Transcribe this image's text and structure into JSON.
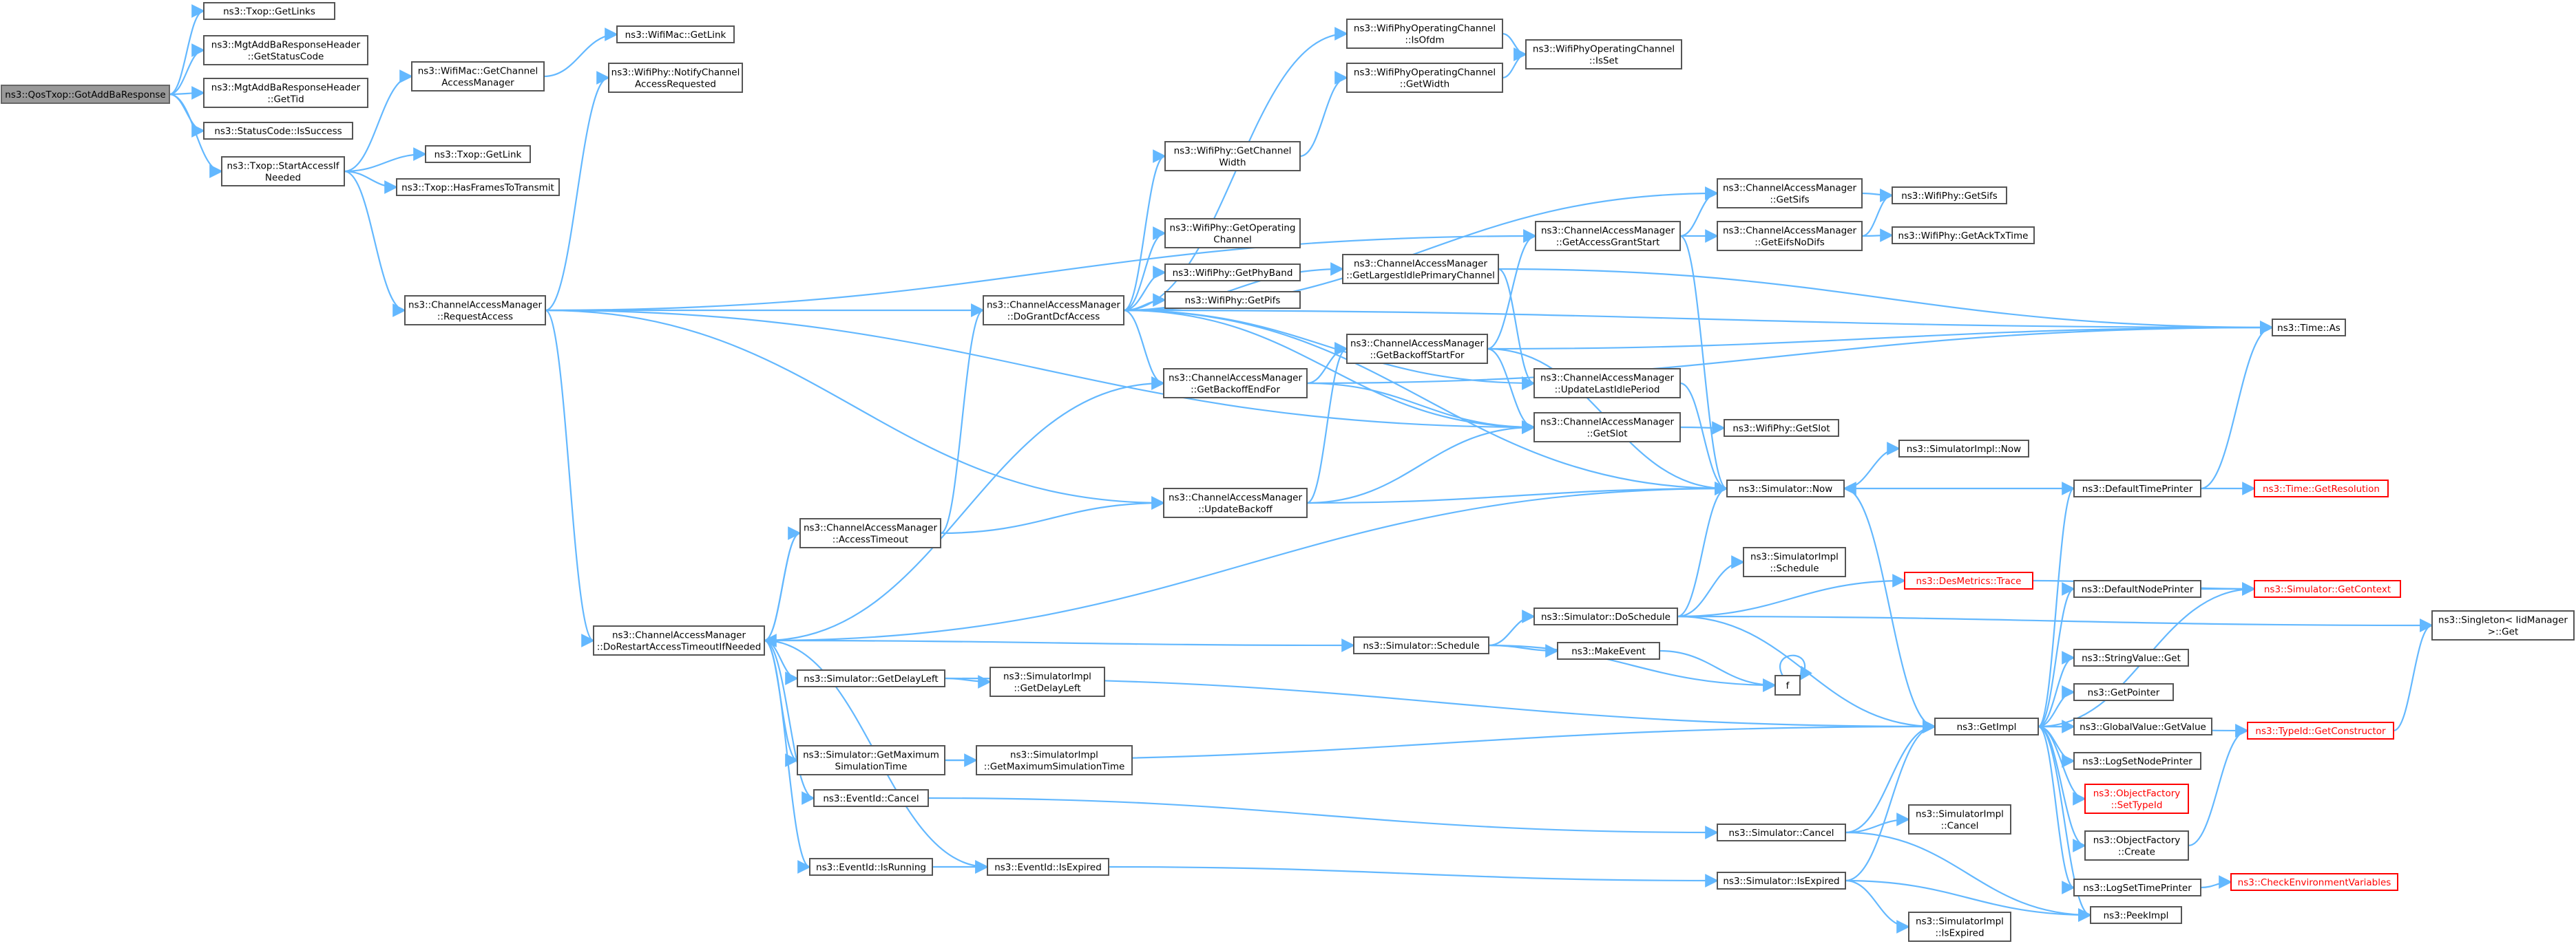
{
  "colors": {
    "edge": "#63b8ff",
    "border": "#555555",
    "root_fill": "#999999",
    "highlight": "#ff0000"
  },
  "nodes": [
    {
      "id": "root",
      "lines": [
        "ns3::QosTxop::GotAddBaResponse"
      ],
      "root": true
    },
    {
      "id": "txop_getlinks",
      "lines": [
        "ns3::Txop::GetLinks"
      ]
    },
    {
      "id": "mgt_statuscode",
      "lines": [
        "ns3::MgtAddBaResponseHeader",
        "::GetStatusCode"
      ]
    },
    {
      "id": "mgt_gettid",
      "lines": [
        "ns3::MgtAddBaResponseHeader",
        "::GetTid"
      ]
    },
    {
      "id": "statuscode_issuccess",
      "lines": [
        "ns3::StatusCode::IsSuccess"
      ]
    },
    {
      "id": "txop_startaccess",
      "lines": [
        "ns3::Txop::StartAccessIf",
        "Needed"
      ]
    },
    {
      "id": "wifimac_getchanmgr",
      "lines": [
        "ns3::WifiMac::GetChannel",
        "AccessManager"
      ]
    },
    {
      "id": "wifimac_getlink",
      "lines": [
        "ns3::WifiMac::GetLink"
      ]
    },
    {
      "id": "wifiphy_notify",
      "lines": [
        "ns3::WifiPhy::NotifyChannel",
        "AccessRequested"
      ]
    },
    {
      "id": "txop_getlink",
      "lines": [
        "ns3::Txop::GetLink"
      ]
    },
    {
      "id": "txop_hasframes",
      "lines": [
        "ns3::Txop::HasFramesToTransmit"
      ]
    },
    {
      "id": "cam_requestaccess",
      "lines": [
        "ns3::ChannelAccessManager",
        "::RequestAccess"
      ]
    },
    {
      "id": "cam_dorestart",
      "lines": [
        "ns3::ChannelAccessManager",
        "::DoRestartAccessTimeoutIfNeeded"
      ]
    },
    {
      "id": "cam_accesstimeout",
      "lines": [
        "ns3::ChannelAccessManager",
        "::AccessTimeout"
      ]
    },
    {
      "id": "cam_dogrant",
      "lines": [
        "ns3::ChannelAccessManager",
        "::DoGrantDcfAccess"
      ]
    },
    {
      "id": "wop_isofdm",
      "lines": [
        "ns3::WifiPhyOperatingChannel",
        "::IsOfdm"
      ]
    },
    {
      "id": "wop_getwidth",
      "lines": [
        "ns3::WifiPhyOperatingChannel",
        "::GetWidth"
      ]
    },
    {
      "id": "wop_isset",
      "lines": [
        "ns3::WifiPhyOperatingChannel",
        "::IsSet"
      ]
    },
    {
      "id": "wifiphy_getchanwidth",
      "lines": [
        "ns3::WifiPhy::GetChannel",
        "Width"
      ]
    },
    {
      "id": "wifiphy_getopchan",
      "lines": [
        "ns3::WifiPhy::GetOperating",
        "Channel"
      ]
    },
    {
      "id": "wifiphy_getphyband",
      "lines": [
        "ns3::WifiPhy::GetPhyBand"
      ]
    },
    {
      "id": "wifiphy_getpifs",
      "lines": [
        "ns3::WifiPhy::GetPifs"
      ]
    },
    {
      "id": "cam_getlargest",
      "lines": [
        "ns3::ChannelAccessManager",
        "::GetLargestIdlePrimaryChannel"
      ]
    },
    {
      "id": "cam_getbackoffend",
      "lines": [
        "ns3::ChannelAccessManager",
        "::GetBackoffEndFor"
      ]
    },
    {
      "id": "cam_getbackoffstart",
      "lines": [
        "ns3::ChannelAccessManager",
        "::GetBackoffStartFor"
      ]
    },
    {
      "id": "cam_updatebackoff",
      "lines": [
        "ns3::ChannelAccessManager",
        "::UpdateBackoff"
      ]
    },
    {
      "id": "cam_getaccessgrant",
      "lines": [
        "ns3::ChannelAccessManager",
        "::GetAccessGrantStart"
      ]
    },
    {
      "id": "cam_updatelastidle",
      "lines": [
        "ns3::ChannelAccessManager",
        "::UpdateLastIdlePeriod"
      ]
    },
    {
      "id": "cam_getslot",
      "lines": [
        "ns3::ChannelAccessManager",
        "::GetSlot"
      ]
    },
    {
      "id": "cam_getsifs",
      "lines": [
        "ns3::ChannelAccessManager",
        "::GetSifs"
      ]
    },
    {
      "id": "cam_geteifs",
      "lines": [
        "ns3::ChannelAccessManager",
        "::GetEifsNoDifs"
      ]
    },
    {
      "id": "wifiphy_getsifs",
      "lines": [
        "ns3::WifiPhy::GetSifs"
      ]
    },
    {
      "id": "wifiphy_getacktx",
      "lines": [
        "ns3::WifiPhy::GetAckTxTime"
      ]
    },
    {
      "id": "wifiphy_getslot",
      "lines": [
        "ns3::WifiPhy::GetSlot"
      ]
    },
    {
      "id": "time_as",
      "lines": [
        "ns3::Time::As"
      ]
    },
    {
      "id": "sim_now",
      "lines": [
        "ns3::Simulator::Now"
      ]
    },
    {
      "id": "simimpl_now",
      "lines": [
        "ns3::SimulatorImpl::Now"
      ]
    },
    {
      "id": "defaulttimeprinter",
      "lines": [
        "ns3::DefaultTimePrinter"
      ]
    },
    {
      "id": "time_getresolution",
      "lines": [
        "ns3::Time::GetResolution"
      ],
      "red": true
    },
    {
      "id": "simimpl_schedule",
      "lines": [
        "ns3::SimulatorImpl",
        "::Schedule"
      ]
    },
    {
      "id": "sim_doschedule",
      "lines": [
        "ns3::Simulator::DoSchedule"
      ]
    },
    {
      "id": "desmetrics_trace",
      "lines": [
        "ns3::DesMetrics::Trace"
      ],
      "red": true
    },
    {
      "id": "defaultnodeprinter",
      "lines": [
        "ns3::DefaultNodePrinter"
      ]
    },
    {
      "id": "sim_getcontext",
      "lines": [
        "ns3::Simulator::GetContext"
      ],
      "red": true
    },
    {
      "id": "singleton_get",
      "lines": [
        "ns3::Singleton< IidManager",
        ">::Get"
      ]
    },
    {
      "id": "sim_schedule",
      "lines": [
        "ns3::Simulator::Schedule"
      ]
    },
    {
      "id": "makeevent",
      "lines": [
        "ns3::MakeEvent"
      ]
    },
    {
      "id": "f",
      "lines": [
        "f"
      ]
    },
    {
      "id": "sim_getdelayleft",
      "lines": [
        "ns3::Simulator::GetDelayLeft"
      ]
    },
    {
      "id": "simimpl_getdelayleft",
      "lines": [
        "ns3::SimulatorImpl",
        "::GetDelayLeft"
      ]
    },
    {
      "id": "stringvalue_get",
      "lines": [
        "ns3::StringValue::Get"
      ]
    },
    {
      "id": "getpointer",
      "lines": [
        "ns3::GetPointer"
      ]
    },
    {
      "id": "getimpl",
      "lines": [
        "ns3::GetImpl"
      ]
    },
    {
      "id": "globalvalue_getvalue",
      "lines": [
        "ns3::GlobalValue::GetValue"
      ]
    },
    {
      "id": "typeid_getconstructor",
      "lines": [
        "ns3::TypeId::GetConstructor"
      ],
      "red": true
    },
    {
      "id": "sim_getmax",
      "lines": [
        "ns3::Simulator::GetMaximum",
        "SimulationTime"
      ]
    },
    {
      "id": "simimpl_getmax",
      "lines": [
        "ns3::SimulatorImpl",
        "::GetMaximumSimulationTime"
      ]
    },
    {
      "id": "logsetnodeprinter",
      "lines": [
        "ns3::LogSetNodePrinter"
      ]
    },
    {
      "id": "objfactory_settypeid",
      "lines": [
        "ns3::ObjectFactory",
        "::SetTypeId"
      ],
      "red": true
    },
    {
      "id": "eventid_cancel",
      "lines": [
        "ns3::EventId::Cancel"
      ]
    },
    {
      "id": "sim_cancel",
      "lines": [
        "ns3::Simulator::Cancel"
      ]
    },
    {
      "id": "simimpl_cancel",
      "lines": [
        "ns3::SimulatorImpl",
        "::Cancel"
      ]
    },
    {
      "id": "objfactory_create",
      "lines": [
        "ns3::ObjectFactory",
        "::Create"
      ]
    },
    {
      "id": "eventid_isrunning",
      "lines": [
        "ns3::EventId::IsRunning"
      ]
    },
    {
      "id": "eventid_isexpired",
      "lines": [
        "ns3::EventId::IsExpired"
      ]
    },
    {
      "id": "logsettimeprinter",
      "lines": [
        "ns3::LogSetTimePrinter"
      ]
    },
    {
      "id": "checkenvvars",
      "lines": [
        "ns3::CheckEnvironmentVariables"
      ],
      "red": true
    },
    {
      "id": "sim_isexpired",
      "lines": [
        "ns3::Simulator::IsExpired"
      ]
    },
    {
      "id": "peekimpl",
      "lines": [
        "ns3::PeekImpl"
      ]
    },
    {
      "id": "simimpl_isexpired",
      "lines": [
        "ns3::SimulatorImpl",
        "::IsExpired"
      ]
    }
  ],
  "edges": [
    [
      "root",
      "txop_getlinks"
    ],
    [
      "root",
      "mgt_statuscode"
    ],
    [
      "root",
      "mgt_gettid"
    ],
    [
      "root",
      "statuscode_issuccess"
    ],
    [
      "root",
      "txop_startaccess"
    ],
    [
      "txop_startaccess",
      "wifimac_getchanmgr"
    ],
    [
      "txop_startaccess",
      "txop_getlink"
    ],
    [
      "txop_startaccess",
      "txop_hasframes"
    ],
    [
      "txop_startaccess",
      "cam_requestaccess"
    ],
    [
      "wifimac_getchanmgr",
      "wifimac_getlink"
    ],
    [
      "cam_requestaccess",
      "wifiphy_notify"
    ],
    [
      "cam_requestaccess",
      "cam_getaccessgrant"
    ],
    [
      "cam_requestaccess",
      "cam_dogrant"
    ],
    [
      "cam_requestaccess",
      "cam_updatebackoff"
    ],
    [
      "cam_requestaccess",
      "cam_getslot"
    ],
    [
      "cam_requestaccess",
      "cam_dorestart"
    ],
    [
      "cam_dorestart",
      "cam_accesstimeout"
    ],
    [
      "cam_dorestart",
      "cam_getbackoffend"
    ],
    [
      "cam_dorestart",
      "sim_now"
    ],
    [
      "cam_dorestart",
      "sim_schedule"
    ],
    [
      "cam_dorestart",
      "sim_getdelayleft"
    ],
    [
      "cam_dorestart",
      "sim_getmax"
    ],
    [
      "cam_dorestart",
      "eventid_cancel"
    ],
    [
      "cam_dorestart",
      "eventid_isrunning"
    ],
    [
      "cam_dorestart",
      "eventid_isexpired"
    ],
    [
      "cam_accesstimeout",
      "cam_dorestart"
    ],
    [
      "cam_accesstimeout",
      "cam_dogrant"
    ],
    [
      "cam_accesstimeout",
      "cam_updatebackoff"
    ],
    [
      "cam_dogrant",
      "wop_isofdm"
    ],
    [
      "cam_dogrant",
      "wifiphy_getchanwidth"
    ],
    [
      "cam_dogrant",
      "wifiphy_getopchan"
    ],
    [
      "cam_dogrant",
      "wifiphy_getphyband"
    ],
    [
      "cam_dogrant",
      "wifiphy_getpifs"
    ],
    [
      "cam_dogrant",
      "cam_getsifs"
    ],
    [
      "cam_dogrant",
      "cam_getlargest"
    ],
    [
      "cam_dogrant",
      "time_as"
    ],
    [
      "cam_dogrant",
      "cam_getbackoffend"
    ],
    [
      "cam_dogrant",
      "cam_getslot"
    ],
    [
      "cam_dogrant",
      "cam_updatelastidle"
    ],
    [
      "cam_dogrant",
      "sim_now"
    ],
    [
      "wop_isofdm",
      "wop_isset"
    ],
    [
      "wifiphy_getchanwidth",
      "wop_getwidth"
    ],
    [
      "wop_getwidth",
      "wop_isset"
    ],
    [
      "cam_getlargest",
      "cam_updatelastidle"
    ],
    [
      "cam_getlargest",
      "time_as"
    ],
    [
      "cam_getbackoffend",
      "cam_getbackoffstart"
    ],
    [
      "cam_getbackoffend",
      "cam_getslot"
    ],
    [
      "cam_getbackoffend",
      "time_as"
    ],
    [
      "cam_getbackoffstart",
      "cam_getaccessgrant"
    ],
    [
      "cam_getbackoffstart",
      "cam_getslot"
    ],
    [
      "cam_getbackoffstart",
      "time_as"
    ],
    [
      "cam_getbackoffstart",
      "sim_now"
    ],
    [
      "cam_updatebackoff",
      "cam_getbackoffstart"
    ],
    [
      "cam_updatebackoff",
      "cam_getslot"
    ],
    [
      "cam_updatebackoff",
      "sim_now"
    ],
    [
      "cam_getaccessgrant",
      "cam_getsifs"
    ],
    [
      "cam_getaccessgrant",
      "cam_geteifs"
    ],
    [
      "cam_getaccessgrant",
      "sim_now"
    ],
    [
      "cam_getsifs",
      "wifiphy_getsifs"
    ],
    [
      "cam_geteifs",
      "wifiphy_getsifs"
    ],
    [
      "cam_geteifs",
      "wifiphy_getacktx"
    ],
    [
      "cam_updatelastidle",
      "sim_now"
    ],
    [
      "cam_getslot",
      "wifiphy_getslot"
    ],
    [
      "sim_now",
      "simimpl_now"
    ],
    [
      "sim_now",
      "getimpl"
    ],
    [
      "defaulttimeprinter",
      "sim_now"
    ],
    [
      "defaulttimeprinter",
      "time_getresolution"
    ],
    [
      "defaulttimeprinter",
      "time_as"
    ],
    [
      "sim_schedule",
      "sim_doschedule"
    ],
    [
      "sim_schedule",
      "makeevent"
    ],
    [
      "sim_schedule",
      "f"
    ],
    [
      "sim_doschedule",
      "simimpl_schedule"
    ],
    [
      "sim_doschedule",
      "desmetrics_trace"
    ],
    [
      "sim_doschedule",
      "sim_now"
    ],
    [
      "sim_doschedule",
      "singleton_get"
    ],
    [
      "sim_doschedule",
      "getimpl"
    ],
    [
      "desmetrics_trace",
      "sim_getcontext"
    ],
    [
      "makeevent",
      "f"
    ],
    [
      "f",
      "f"
    ],
    [
      "sim_getdelayleft",
      "simimpl_getdelayleft"
    ],
    [
      "sim_getdelayleft",
      "getimpl"
    ],
    [
      "sim_getmax",
      "simimpl_getmax"
    ],
    [
      "sim_getmax",
      "getimpl"
    ],
    [
      "eventid_cancel",
      "sim_cancel"
    ],
    [
      "eventid_isrunning",
      "eventid_isexpired"
    ],
    [
      "eventid_isexpired",
      "sim_isexpired"
    ],
    [
      "sim_cancel",
      "simimpl_cancel"
    ],
    [
      "sim_cancel",
      "getimpl"
    ],
    [
      "sim_cancel",
      "peekimpl"
    ],
    [
      "sim_isexpired",
      "simimpl_isexpired"
    ],
    [
      "sim_isexpired",
      "getimpl"
    ],
    [
      "sim_isexpired",
      "peekimpl"
    ],
    [
      "getimpl",
      "defaulttimeprinter"
    ],
    [
      "getimpl",
      "defaultnodeprinter"
    ],
    [
      "getimpl",
      "sim_getcontext"
    ],
    [
      "getimpl",
      "stringvalue_get"
    ],
    [
      "getimpl",
      "getpointer"
    ],
    [
      "getimpl",
      "globalvalue_getvalue"
    ],
    [
      "getimpl",
      "typeid_getconstructor"
    ],
    [
      "getimpl",
      "logsetnodeprinter"
    ],
    [
      "getimpl",
      "objfactory_settypeid"
    ],
    [
      "getimpl",
      "objfactory_create"
    ],
    [
      "getimpl",
      "logsettimeprinter"
    ],
    [
      "getimpl",
      "peekimpl"
    ],
    [
      "defaultnodeprinter",
      "sim_getcontext"
    ],
    [
      "typeid_getconstructor",
      "singleton_get"
    ],
    [
      "objfactory_create",
      "typeid_getconstructor"
    ],
    [
      "logsettimeprinter",
      "checkenvvars"
    ]
  ]
}
